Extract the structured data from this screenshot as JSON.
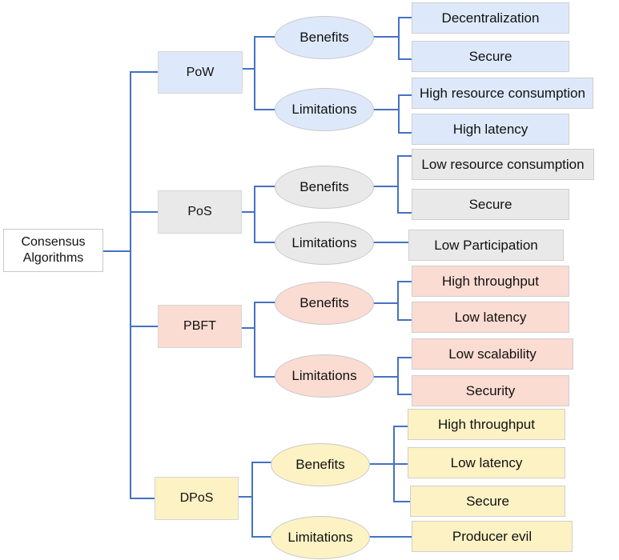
{
  "colors": {
    "connector": "#4472c4",
    "pow": "#dde9fb",
    "pos": "#e9e9e9",
    "pbft": "#fbdcd2",
    "dpos": "#fcf2c4"
  },
  "root": {
    "label": "Consensus Algorithms"
  },
  "algorithms": [
    {
      "name": "PoW",
      "benefits_label": "Benefits",
      "limitations_label": "Limitations",
      "benefits": [
        "Decentralization",
        "Secure"
      ],
      "limitations": [
        "High resource consumption",
        "High latency"
      ]
    },
    {
      "name": "PoS",
      "benefits_label": "Benefits",
      "limitations_label": "Limitations",
      "benefits": [
        "Low resource consumption",
        "Secure"
      ],
      "limitations": [
        "Low Participation"
      ]
    },
    {
      "name": "PBFT",
      "benefits_label": "Benefits",
      "limitations_label": "Limitations",
      "benefits": [
        "High throughput",
        "Low latency"
      ],
      "limitations": [
        "Low scalability",
        "Security"
      ]
    },
    {
      "name": "DPoS",
      "benefits_label": "Benefits",
      "limitations_label": "Limitations",
      "benefits": [
        "High throughput",
        "Low latency",
        "Secure"
      ],
      "limitations": [
        "Producer evil"
      ]
    }
  ]
}
